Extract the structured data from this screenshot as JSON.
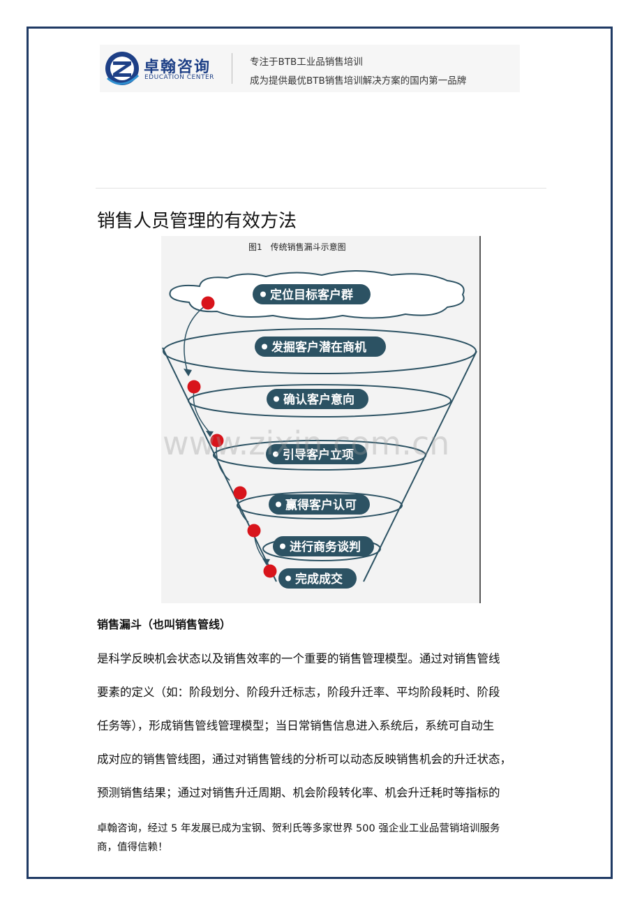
{
  "header": {
    "brand_name": "卓翰咨询",
    "brand_subtitle": "EDUCATION CENTER",
    "tagline_1": "专注于BTB工业品销售培训",
    "tagline_2": "成为提供最优BTB销售培训解决方案的国内第一品牌"
  },
  "article": {
    "title": "销售人员管理的有效方法",
    "figure": {
      "caption": "图1　传统销售漏斗示意图",
      "watermark": "www.zixin.com.cn",
      "stages": [
        "定位目标客户群",
        "发掘客户潜在商机",
        "确认客户意向",
        "引导客户立项",
        "赢得客户认可",
        "进行商务谈判",
        "完成成交"
      ]
    },
    "section_heading": "销售漏斗（也叫销售管线）",
    "paragraph_lines": [
      "是科学反映机会状态以及销售效率的一个重要的销售管理模型。通过对销售管线",
      "要素的定义（如：阶段划分、阶段升迁标志，阶段升迁率、平均阶段耗时、阶段",
      "任务等），形成销售管线管理模型；当日常销售信息进入系统后，系统可自动生",
      "成对应的销售管线图，通过对销售管线的分析可以动态反映销售机会的升迁状态，",
      "预测销售结果；通过对销售升迁周期、机会阶段转化率、机会升迁耗时等指标的"
    ],
    "footer_lines": [
      "卓翰咨询，经过 5 年发展已成为宝钢、贺利氏等多家世界  500 强企业工业品营销培训服务",
      "商，值得信赖！"
    ]
  },
  "colors": {
    "frame": "#1f3a64",
    "brand": "#1d3f86",
    "label_fill": "#2c5263",
    "dot": "#d8141b"
  }
}
